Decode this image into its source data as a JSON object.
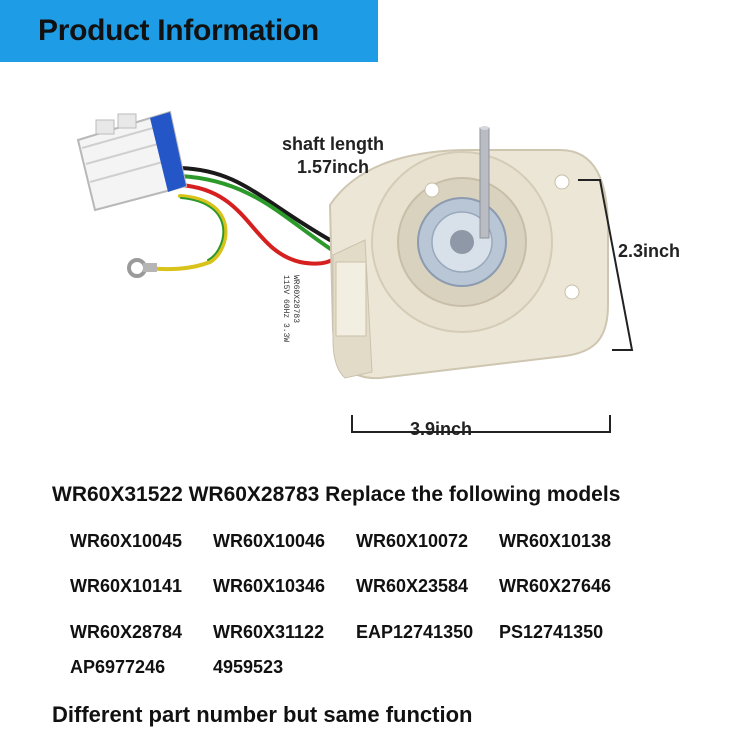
{
  "header": {
    "title": "Product Information",
    "background": "#1e9de6"
  },
  "dimensions": {
    "shaft_label": "shaft length",
    "shaft_value": "1.57inch",
    "height": "2.3inch",
    "width": "3.9inch"
  },
  "product": {
    "label_line1": "WR60X28783",
    "label_line2": "115V 60Hz 3.3W"
  },
  "specs": {
    "lead": "WR60X31522 WR60X28783 Replace the following models",
    "models": [
      "WR60X10045",
      "WR60X10046",
      "WR60X10072",
      "WR60X10138",
      "WR60X10141",
      "WR60X10346",
      "WR60X23584",
      "WR60X27646",
      "WR60X28784",
      "WR60X31122",
      "EAP12741350",
      "PS12741350",
      "AP6977246",
      "4959523"
    ],
    "footer": "Different part number but same function"
  }
}
